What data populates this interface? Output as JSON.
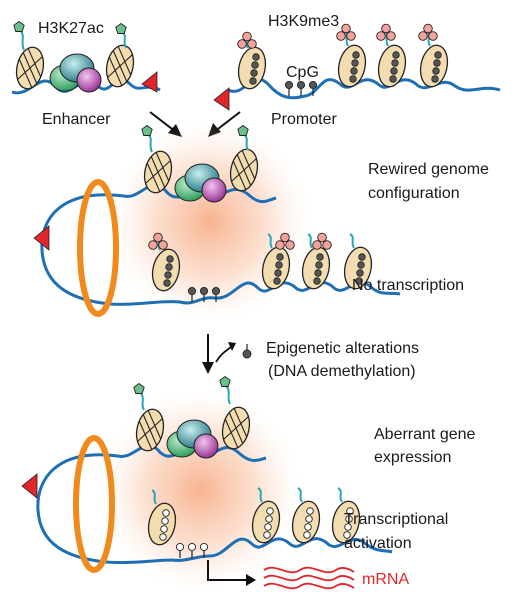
{
  "labels": {
    "h3k27ac": "H3K27ac",
    "h3k9me3": "H3K9me3",
    "cpg": "CpG",
    "enhancer": "Enhancer",
    "promoter": "Promoter",
    "rewired_1": "Rewired genome",
    "rewired_2": "configuration",
    "no_transcription": "No transcription",
    "epi_1": "Epigenetic alterations",
    "epi_2": "(DNA demethylation)",
    "aberrant_1": "Aberrant gene",
    "aberrant_2": "expression",
    "transcriptional_1": "Transcriptional",
    "transcriptional_2": "activation",
    "mrna": "mRNA"
  },
  "colors": {
    "dna": "#1f6fb5",
    "histone_tail": "#2aa6b8",
    "nucleosome_fill": "#f3dcb0",
    "ctcf_ring": "#f08a1c",
    "boundary_triangle": "#e0262b",
    "acetyl_mark": "#6cc08a",
    "methyl_mark": "#f4a29b",
    "methylated_cpg": "#555555",
    "protein_green": "#3eb06f",
    "protein_teal": "#2f8f9a",
    "protein_magenta": "#b44fb0",
    "halo": "#f7b28a",
    "mrna": "#e0262b"
  }
}
